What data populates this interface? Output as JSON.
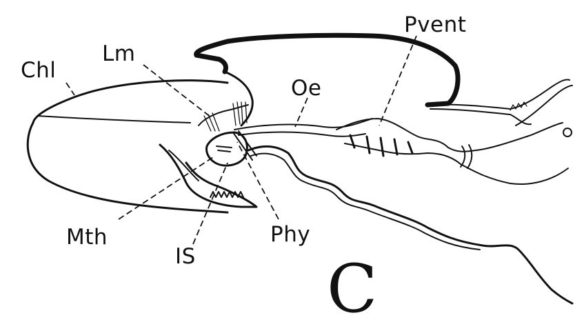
{
  "labels": {
    "chl": "Chl",
    "lm": "Lm",
    "oe": "Oe",
    "pvent": "Pvent",
    "mth": "Mth",
    "is": "IS",
    "phy": "Phy"
  },
  "panel_letter": "C"
}
